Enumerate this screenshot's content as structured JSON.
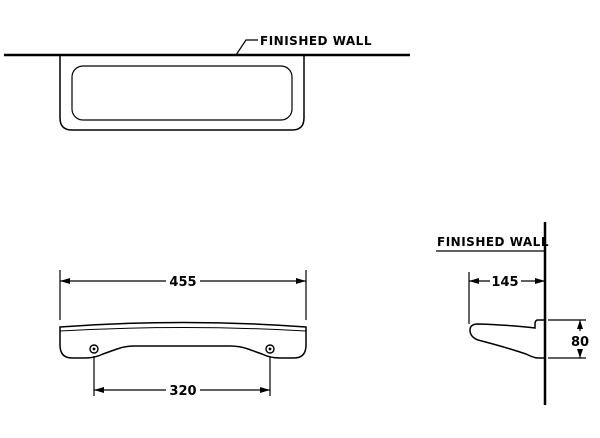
{
  "top_view": {
    "wall_label": "FINISHED WALL"
  },
  "front_view": {
    "overall_width": "455",
    "hole_spacing": "320"
  },
  "side_view": {
    "wall_label": "FINISHED WALL",
    "projection": "145",
    "height": "80"
  }
}
